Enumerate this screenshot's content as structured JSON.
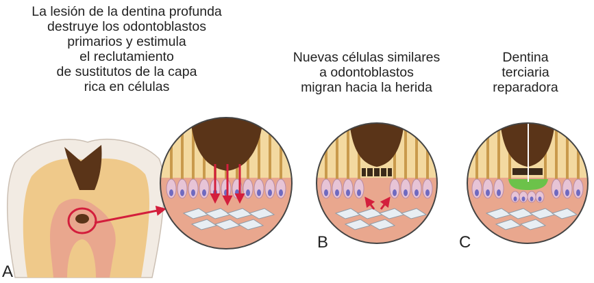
{
  "captions": {
    "a": "La lesión de la dentina profunda\ndestruye los odontoblastos\nprimarios y estimula\nel reclutamiento\nde sustitutos de la capa\nrica en células",
    "b": "Nuevas células similares\na odontoblastos\nmigran hacia la herida",
    "c": "Dentina\nterciaria\nreparadora"
  },
  "panel_labels": {
    "a": "A",
    "b": "B",
    "c": "C"
  },
  "colors": {
    "enamel": "#f2ebe3",
    "dentin": "#efc98a",
    "pulp": "#e9a78e",
    "caries": "#5a3418",
    "tubule_bg": "#f3d9a0",
    "tubule_line": "#c99a4c",
    "odontoblast": "#e7c4d6",
    "nucleus": "#6f6ac0",
    "fibroblast": "#e8eef3",
    "arrow_red": "#d31e3c",
    "tertiary_dentin": "#6cc24a"
  }
}
